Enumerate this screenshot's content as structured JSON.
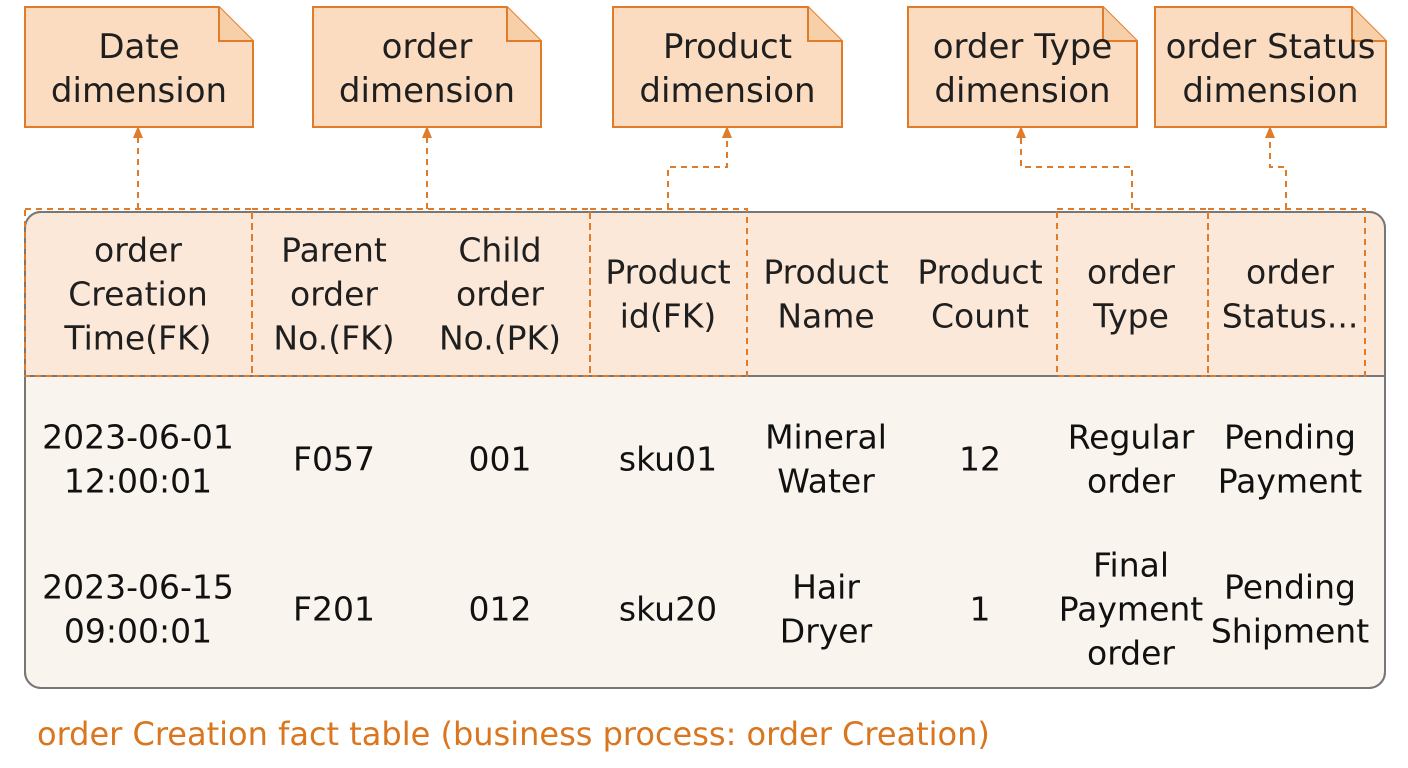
{
  "colors": {
    "accent": "#e07b2a",
    "box_fill": "#fbdcc0",
    "header_fill": "#fbe8d8",
    "body_fill": "#faf4ef",
    "table_border": "#777777",
    "caption": "#d9761f"
  },
  "dimensions": [
    {
      "lines": [
        "Date",
        "dimension"
      ]
    },
    {
      "lines": [
        "order",
        "dimension"
      ]
    },
    {
      "lines": [
        "Product",
        "dimension"
      ]
    },
    {
      "lines": [
        "order Type",
        "dimension"
      ]
    },
    {
      "lines": [
        "order Status",
        "dimension"
      ]
    }
  ],
  "table": {
    "headers": [
      {
        "lines": [
          "order",
          "Creation",
          "Time(FK)"
        ]
      },
      {
        "lines": [
          "Parent",
          "order",
          "No.(FK)"
        ]
      },
      {
        "lines": [
          "Child",
          "order",
          "No.(PK)"
        ]
      },
      {
        "lines": [
          "Product",
          "id(FK)"
        ]
      },
      {
        "lines": [
          "Product",
          "Name"
        ]
      },
      {
        "lines": [
          "Product",
          "Count"
        ]
      },
      {
        "lines": [
          "order",
          "Type"
        ]
      },
      {
        "lines": [
          "order",
          "Status..."
        ]
      }
    ],
    "rows": [
      [
        {
          "lines": [
            "2023-06-01",
            "12:00:01"
          ]
        },
        {
          "lines": [
            "F057"
          ]
        },
        {
          "lines": [
            "001"
          ]
        },
        {
          "lines": [
            "sku01"
          ]
        },
        {
          "lines": [
            "Mineral",
            "Water"
          ]
        },
        {
          "lines": [
            "12"
          ]
        },
        {
          "lines": [
            "Regular",
            "order"
          ]
        },
        {
          "lines": [
            "Pending",
            "Payment"
          ]
        }
      ],
      [
        {
          "lines": [
            "2023-06-15",
            "09:00:01"
          ]
        },
        {
          "lines": [
            "F201"
          ]
        },
        {
          "lines": [
            "012"
          ]
        },
        {
          "lines": [
            "sku20"
          ]
        },
        {
          "lines": [
            "Hair",
            "Dryer"
          ]
        },
        {
          "lines": [
            "1"
          ]
        },
        {
          "lines": [
            "Final",
            "Payment",
            "order"
          ]
        },
        {
          "lines": [
            "Pending",
            "Shipment"
          ]
        }
      ]
    ]
  },
  "caption": "order Creation fact table (business process: order Creation)"
}
